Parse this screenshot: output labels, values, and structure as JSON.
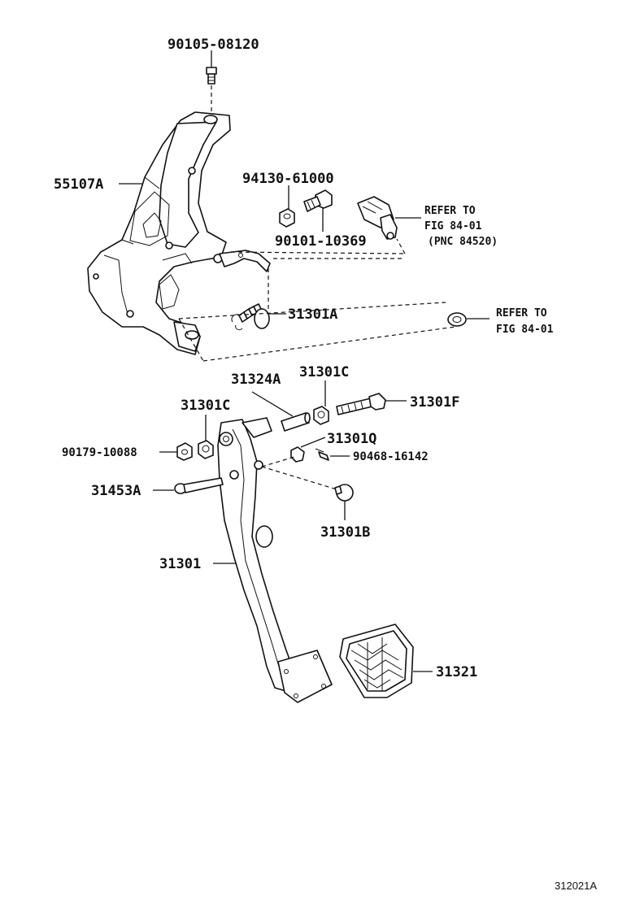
{
  "labels": {
    "p90105": "90105-08120",
    "p55107A": "55107A",
    "p94130": "94130-61000",
    "p90101": "90101-10369",
    "ref1_line1": "REFER TO",
    "ref1_line2": "FIG 84-01",
    "ref1_line3": "(PNC 84520)",
    "p31301A": "31301A",
    "ref2_line1": "REFER TO",
    "ref2_line2": "FIG 84-01",
    "p31324A": "31324A",
    "p31301C_top": "31301C",
    "p31301F": "31301F",
    "p31301C_left": "31301C",
    "p90179": "90179-10088",
    "p31301Q": "31301Q",
    "p90468": "90468-16142",
    "p31453A": "31453A",
    "p31301B": "31301B",
    "p31301": "31301",
    "p31321": "31321"
  },
  "footer": {
    "figure_code": "312021A"
  }
}
